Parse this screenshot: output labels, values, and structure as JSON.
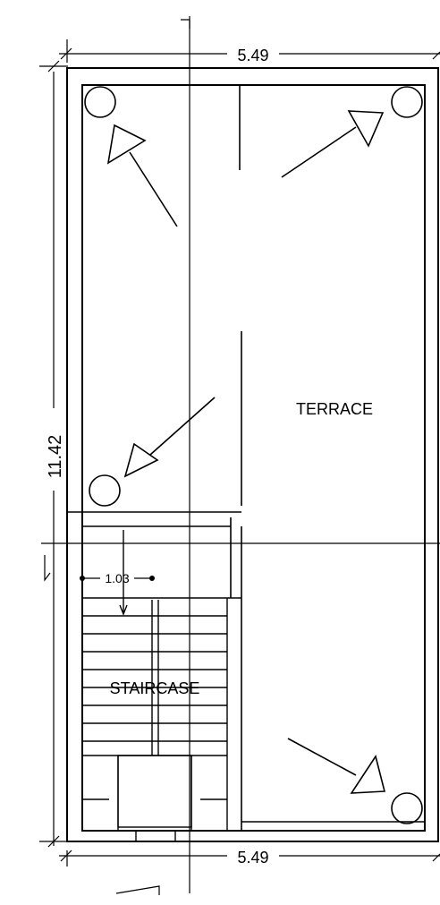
{
  "plan": {
    "dim_width_top": "5.49",
    "dim_width_bottom": "5.49",
    "dim_height": "11.42",
    "dim_stair_width": "1.03",
    "room_terrace": "TERRACE",
    "room_staircase": "STAIRCASE"
  }
}
